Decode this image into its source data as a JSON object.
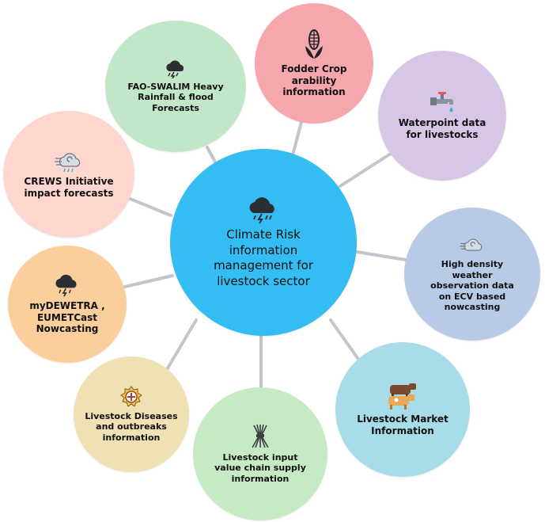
{
  "center": {
    "label": "Climate Risk information management for livestock sector",
    "icon": "storm-cloud-icon"
  },
  "nodes": {
    "fao": {
      "label": "FAO-SWALIM Heavy Rainfall & flood Forecasts",
      "icon": "storm-cloud-icon"
    },
    "fodder": {
      "label": "Fodder Crop arability information",
      "icon": "corn-icon"
    },
    "waterpoint": {
      "label": "Waterpoint data for livestocks",
      "icon": "water-tap-icon"
    },
    "crews": {
      "label": "CREWS Initiative impact forecasts",
      "icon": "windy-cloud-icon"
    },
    "highdensity": {
      "label": "High density weather observation data on ECV based nowcasting",
      "icon": "windy-cloud-icon"
    },
    "mydewetra": {
      "label": "myDEWETRA , EUMETCast Nowcasting",
      "icon": "storm-cloud-icon"
    },
    "market": {
      "label": "Livestock Market Information",
      "icon": "cattle-icon"
    },
    "diseases": {
      "label": "Livestock Diseases and outbreaks information",
      "icon": "veterinary-badge-icon"
    },
    "inputchain": {
      "label": "Livestock input value chain supply information",
      "icon": "hay-bundle-icon"
    }
  },
  "colors": {
    "center": "#33bdf2",
    "fao": "#c2e6c8",
    "fodder": "#f6a7ae",
    "waterpoint": "#d8c6e6",
    "crews": "#fdd6cf",
    "highdensity": "#b8cae6",
    "mydewetra": "#fbcf9c",
    "market": "#a7dce8",
    "diseases": "#efe1b3",
    "inputchain": "#c6eac4",
    "connector": "#c2c6cc"
  }
}
